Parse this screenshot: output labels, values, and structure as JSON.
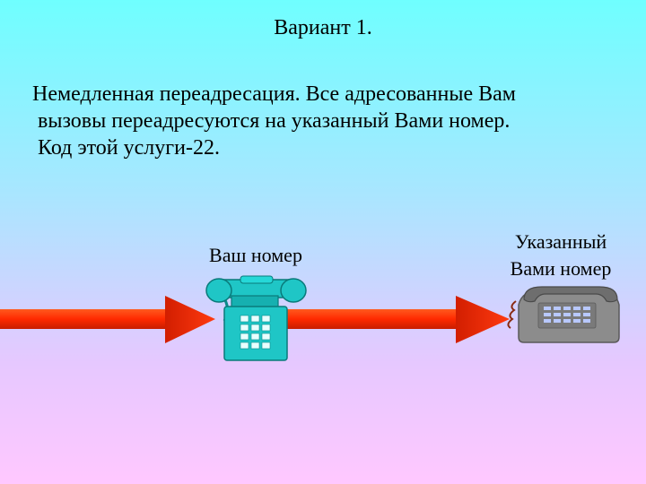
{
  "slide": {
    "title": "Вариант 1.",
    "description_lines": [
      "Немедленная переадресация. Все адресованные Вам",
      "вызовы переадресуются на указанный Вами номер.",
      "Код этой услуги-22."
    ],
    "your_number_label": "Ваш номер",
    "target_number_label": [
      "Указанный",
      "Вами номер"
    ]
  },
  "colors": {
    "arrow": "#ff3300",
    "your_phone": "#1fc6c6",
    "target_phone": "#8c8c8c"
  },
  "icons": [
    "your-phone-icon",
    "target-phone-icon"
  ]
}
